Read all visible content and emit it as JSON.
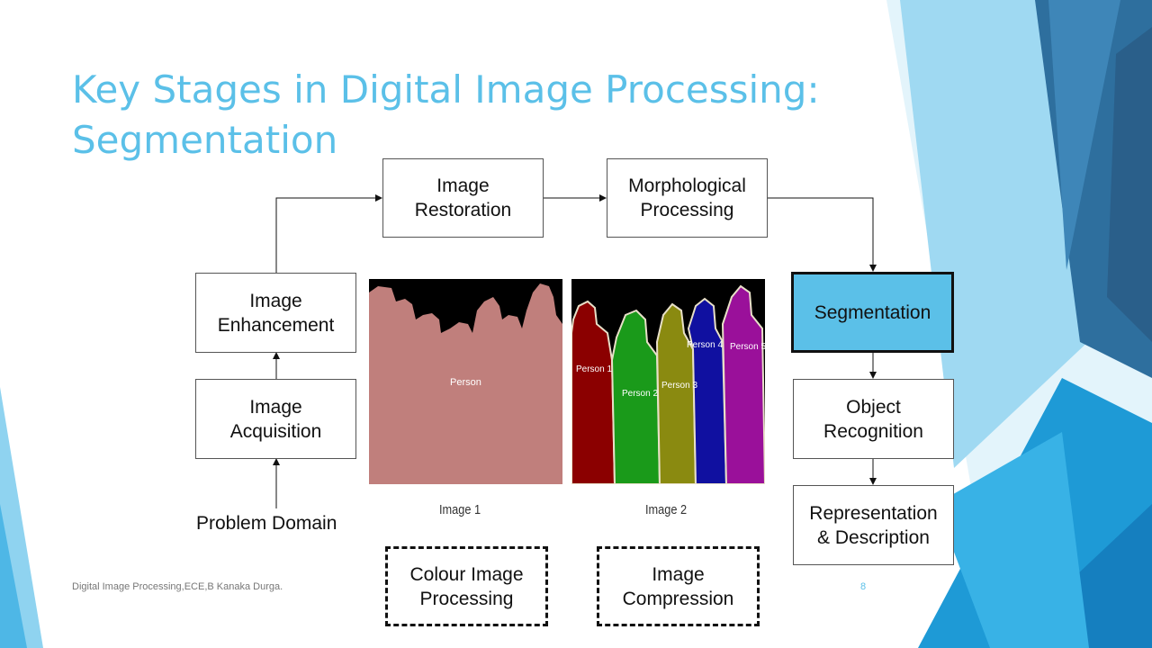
{
  "slide": {
    "title_line1": "Key Stages in Digital Image Processing:",
    "title_line2": "Segmentation",
    "footer": "Digital Image Processing,ECE,B Kanaka Durga.",
    "page_number": "8"
  },
  "diagram": {
    "problem_domain": "Problem Domain",
    "image_acquisition": "Image\nAcquisition",
    "image_enhancement": "Image\nEnhancement",
    "image_restoration": "Image\nRestoration",
    "morphological_processing": "Morphological\nProcessing",
    "segmentation": "Segmentation",
    "object_recognition": "Object\nRecognition",
    "representation_description": "Representation\n& Description",
    "colour_image_processing": "Colour Image\nProcessing",
    "image_compression": "Image\nCompression"
  },
  "images": {
    "image1_caption": "Image 1",
    "image2_caption": "Image 2",
    "image1_label": "Person",
    "image2_labels": [
      "Person 1",
      "Person 2",
      "Person 3",
      "Person 4",
      "Person 5"
    ]
  },
  "colors": {
    "accent": "#5bc0e8",
    "semantic_person": "#c07f7c",
    "instance_colors": [
      "#8b0000",
      "#1a9a1a",
      "#8a8a10",
      "#1010a0",
      "#9a109a"
    ]
  }
}
